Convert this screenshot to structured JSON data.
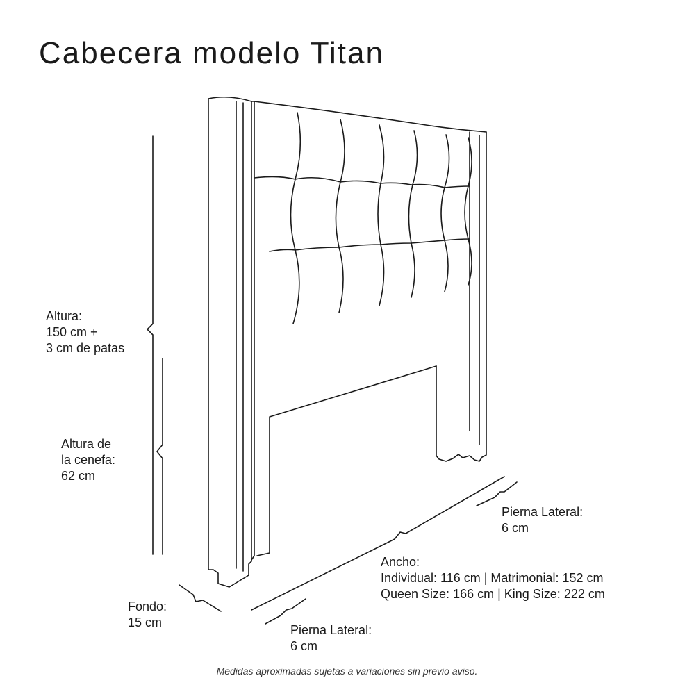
{
  "title": "Cabecera modelo Titan",
  "dimensions": {
    "altura": {
      "label": "Altura:",
      "line1": "150 cm +",
      "line2": "3 cm de patas"
    },
    "cenefa": {
      "label": "Altura de",
      "line1": "la cenefa:",
      "line2": "62 cm"
    },
    "fondo": {
      "label": "Fondo:",
      "value": "15 cm"
    },
    "ancho": {
      "label": "Ancho:",
      "line1": "Individual: 116 cm | Matrimonial: 152 cm",
      "line2": "Queen Size: 166 cm | King Size: 222 cm"
    },
    "pierna_right": {
      "label": "Pierna Lateral:",
      "value": "6 cm"
    },
    "pierna_bottom": {
      "label": "Pierna Lateral:",
      "value": "6 cm"
    }
  },
  "footnote": "Medidas aproximadas sujetas a variaciones sin previo aviso.",
  "colors": {
    "line": "#1a1a1a",
    "background": "#ffffff"
  }
}
